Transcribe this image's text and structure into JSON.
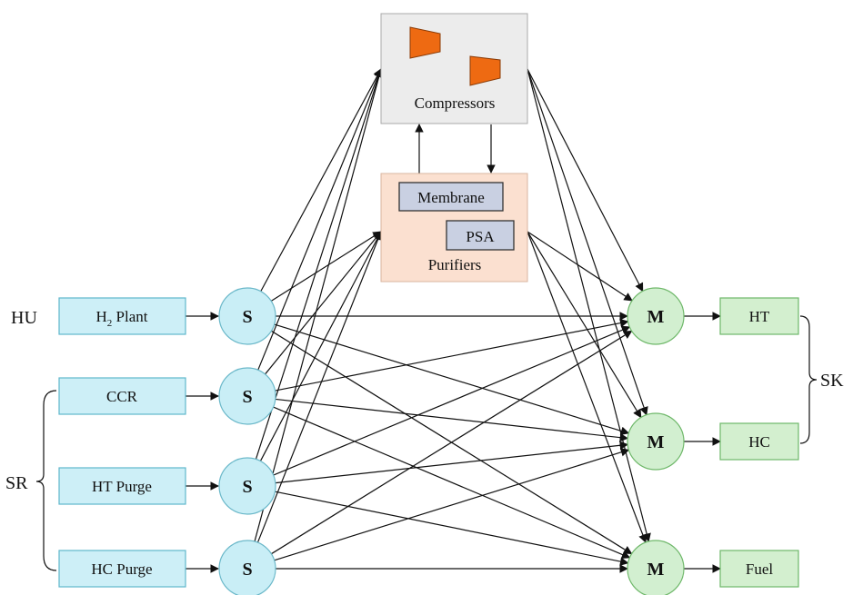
{
  "groups": {
    "hu": "HU",
    "sr": "SR",
    "sk": "SK"
  },
  "sources": [
    {
      "label_main": "H",
      "label_sub": "2",
      "label_rest": " Plant"
    },
    {
      "label_main": "CCR",
      "label_sub": "",
      "label_rest": ""
    },
    {
      "label_main": "HT Purge",
      "label_sub": "",
      "label_rest": ""
    },
    {
      "label_main": "HC Purge",
      "label_sub": "",
      "label_rest": ""
    }
  ],
  "splitter_label": "S",
  "mixer_label": "M",
  "sinks": [
    "HT",
    "HC",
    "Fuel"
  ],
  "compressors": {
    "label": "Compressors"
  },
  "purifiers": {
    "label": "Purifiers",
    "units": [
      "Membrane",
      "PSA"
    ]
  },
  "colors": {
    "source_fill": "#cdeff7",
    "source_stroke": "#5fb7cc",
    "splitter_fill": "#c9eef6",
    "mixer_fill": "#d2efd0",
    "sink_fill": "#d3efcf",
    "sink_stroke": "#6fb86a",
    "compressor_box": "#ececec",
    "compressor_icon": "#ee6a12",
    "purifier_box": "#fbe0d0",
    "purifier_unit": "#c9d0e2"
  }
}
